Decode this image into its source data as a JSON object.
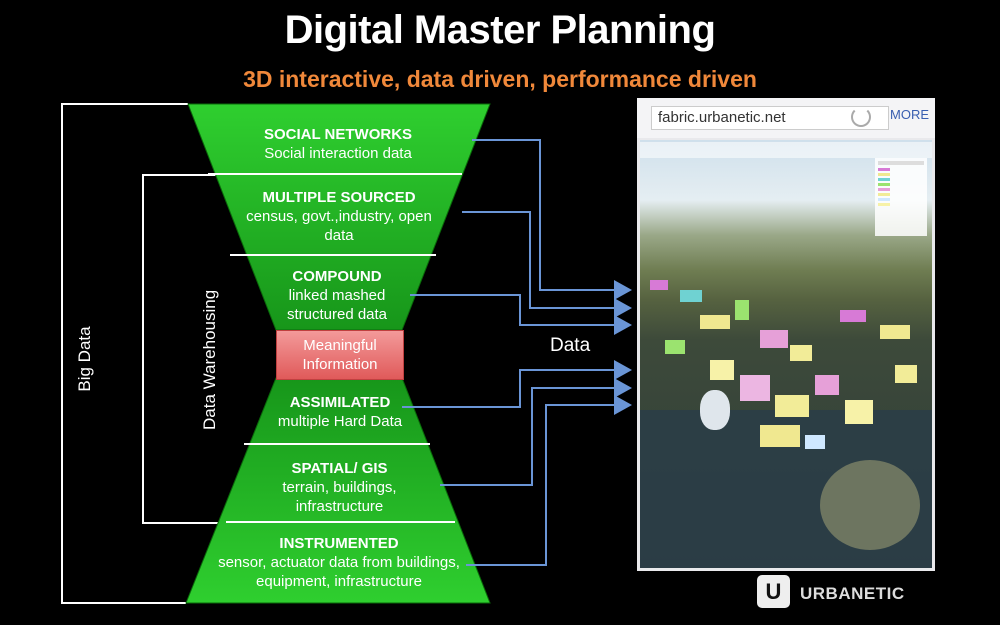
{
  "title": "Digital Master Planning",
  "subtitle": "3D interactive, data driven, performance driven",
  "funnel": {
    "segments": [
      {
        "heading": "SOCIAL NETWORKS",
        "body": "Social interaction data"
      },
      {
        "heading": "MULTIPLE SOURCED",
        "body": "census, govt.,industry, open data"
      },
      {
        "heading": "COMPOUND",
        "body": "linked mashed structured data"
      },
      {
        "heading": "ASSIMILATED",
        "body": "multiple Hard Data"
      },
      {
        "heading": "SPATIAL/ GIS",
        "body": "terrain,  buildings, infrastructure"
      },
      {
        "heading": "INSTRUMENTED",
        "body": "sensor, actuator data from buildings, equipment, infrastructure"
      }
    ],
    "center_label": "Meaningful Information"
  },
  "brackets": {
    "outer_label": "Big Data",
    "inner_label": "Data Warehousing"
  },
  "arrow_label": "Data",
  "browser": {
    "url": "fabric.urbanetic.net",
    "more_label": "MORE",
    "icons": [
      "reload-icon"
    ]
  },
  "logo": {
    "mark": "U",
    "text": "URBANETIC"
  },
  "colors": {
    "funnel_green": "#1faa1f",
    "center_box": "#e66a6a",
    "subtitle_orange": "#f0883a",
    "arrow_blue": "#6a95d6"
  }
}
